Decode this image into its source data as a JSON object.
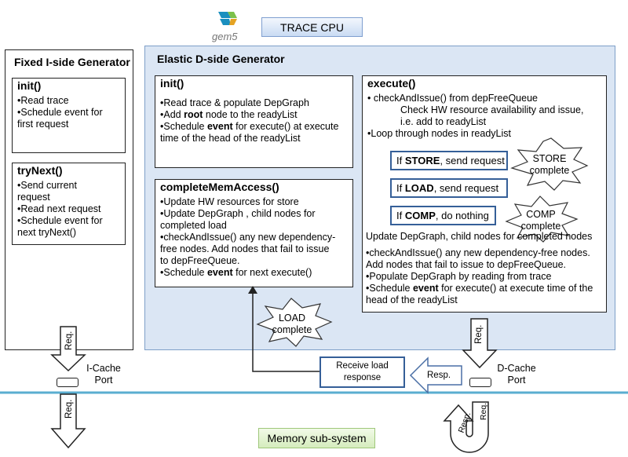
{
  "header": {
    "logo_text": "gem5",
    "trace_cpu": "TRACE CPU"
  },
  "fixed": {
    "title": "Fixed I-side Generator",
    "init": {
      "head": "init()",
      "lines": [
        "•Read trace",
        "•Schedule event for",
        "first request"
      ]
    },
    "trynext": {
      "head": "tryNext()",
      "lines": [
        "•Send current",
        "request",
        "•Read next request",
        "•Schedule event for",
        "next tryNext()"
      ]
    }
  },
  "elastic": {
    "title": "Elastic D-side Generator",
    "init": {
      "head": "init()",
      "l1": "•Read trace & populate DepGraph",
      "l2_pre": "•Add ",
      "l2_bold": "root",
      "l2_post": " node to the readyList",
      "l3_pre": "•Schedule ",
      "l3_bold": "event",
      "l3_post": " for execute() at execute",
      "l4": "time of the head of the readyList"
    },
    "complete": {
      "head": "completeMemAccess()",
      "lines": [
        "•Update HW resources for store",
        "•Update DepGraph , child nodes for",
        "completed load",
        "•checkAndIssue() any new dependency-",
        "free nodes. Add nodes that fail to issue",
        "to depFreeQueue."
      ],
      "last_pre": "•Schedule ",
      "last_bold": "event",
      "last_post": " for next execute()"
    },
    "execute": {
      "head": "execute()",
      "lines": [
        "• checkAndIssue() from depFreeQueue",
        "Check HW resource availability  and issue,",
        "i.e. add to readyList",
        "•Loop through nodes in readyList"
      ],
      "store_pre": "If ",
      "store_bold": "STORE",
      "store_post": ", send request",
      "load_pre": "If ",
      "load_bold": "LOAD",
      "load_post": ", send request",
      "comp_pre": "If ",
      "comp_bold": "COMP",
      "comp_post": ", do nothing",
      "update": "Update DepGraph, child nodes for completed nodes",
      "tail": [
        "•checkAndIssue() any new dependency-free nodes.",
        "Add nodes that fail to issue to depFreeQueue.",
        "•Populate DepGraph by reading from trace"
      ],
      "sched_pre": "•Schedule ",
      "sched_bold": "event",
      "sched_post": " for execute() at execute time of the",
      "sched_end": "head of the readyList"
    },
    "store_burst": [
      "STORE",
      "complete"
    ],
    "comp_burst": [
      "COMP",
      "complete"
    ],
    "load_burst": [
      "LOAD",
      "complete"
    ]
  },
  "ports": {
    "req_top": "Req.",
    "req_bottom": "Req.",
    "icache": [
      "I-Cache",
      "Port"
    ],
    "dcache": [
      "D-Cache",
      "Port"
    ],
    "dcache_req_top": "Req.",
    "resp": "Resp.",
    "receive_load": [
      "Receive load",
      "response"
    ],
    "u_resp": "Resp.",
    "u_req": "Req."
  },
  "memory": "Memory sub-system",
  "colors": {
    "accent_blue": "#355f98",
    "panel_blue": "#dbe6f4",
    "bus_line": "#5aaed0"
  }
}
